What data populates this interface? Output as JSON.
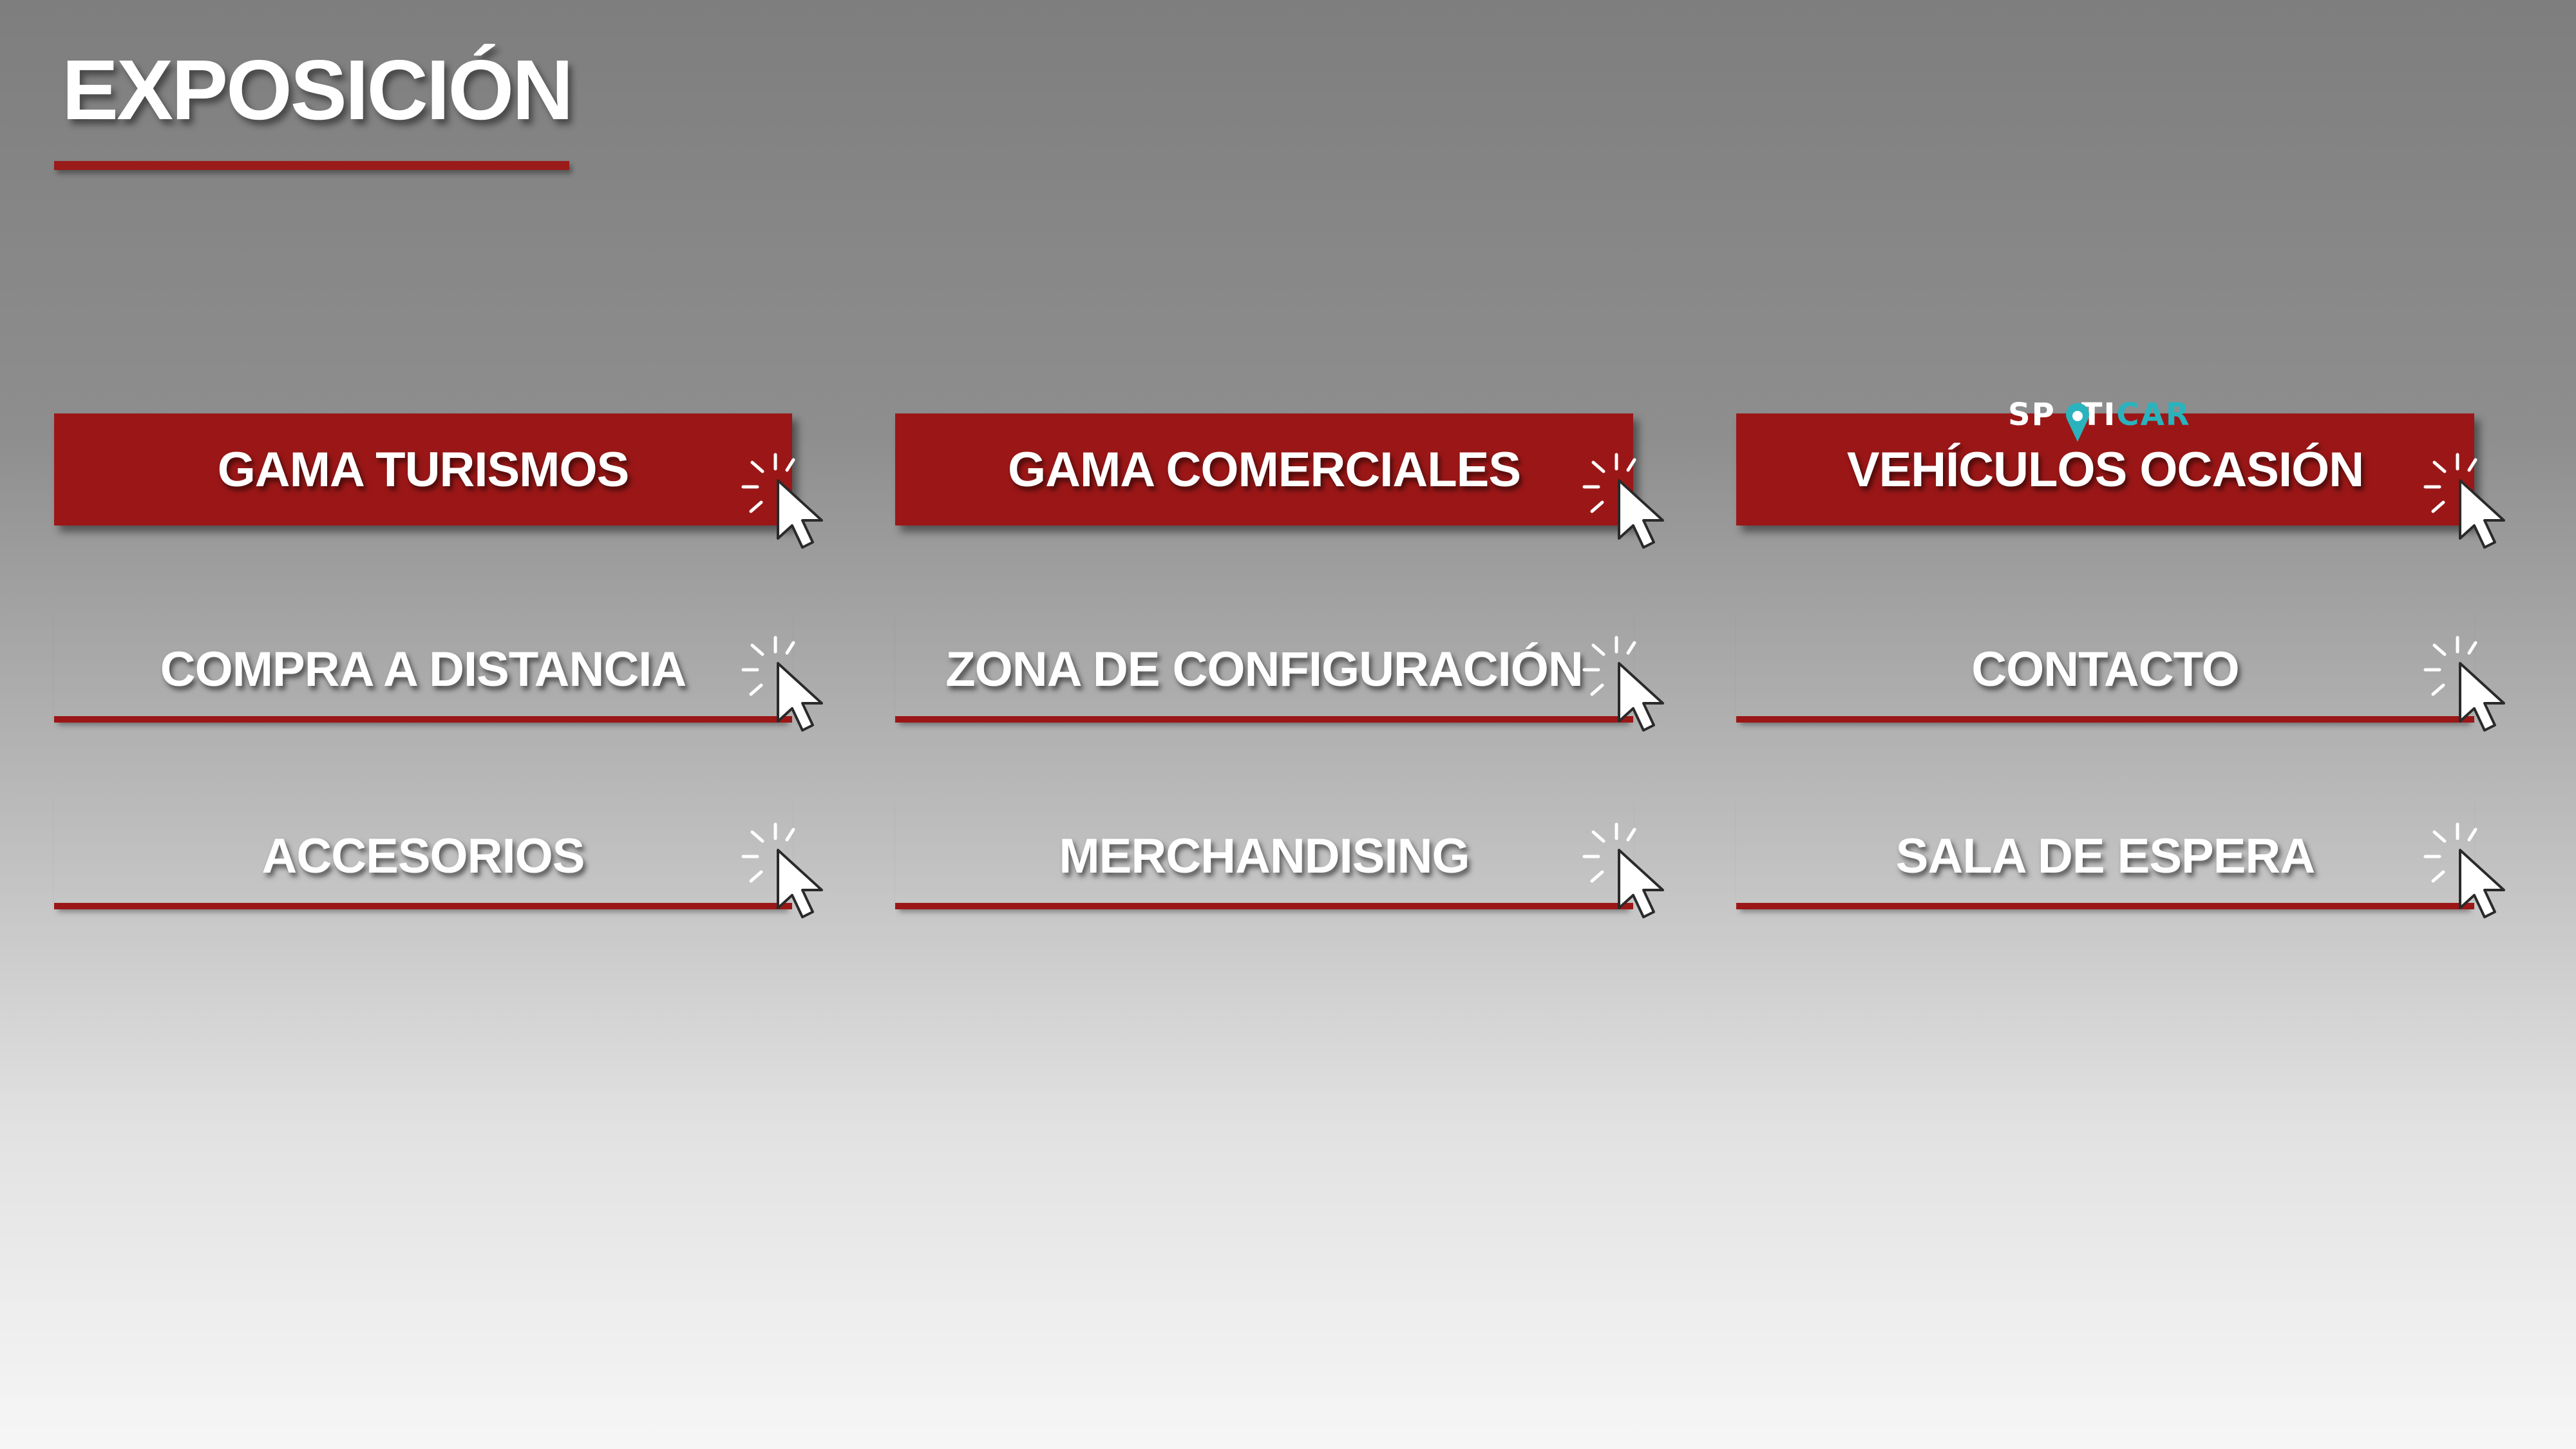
{
  "header": {
    "title": "EXPOSICIÓN"
  },
  "menu": {
    "row1": [
      {
        "label": "GAMA TURISMOS"
      },
      {
        "label": "GAMA COMERCIALES"
      },
      {
        "label": "VEHÍCULOS OCASIÓN"
      }
    ],
    "row2": [
      {
        "label": "COMPRA A DISTANCIA"
      },
      {
        "label": "ZONA DE CONFIGURACIÓN"
      },
      {
        "label": "CONTACTO"
      }
    ],
    "row3": [
      {
        "label": "ACCESORIOS"
      },
      {
        "label": "MERCHANDISING"
      },
      {
        "label": "SALA DE ESPERA"
      }
    ]
  },
  "logo": {
    "brand_light": "SP",
    "brand_mid": "TI",
    "brand_accent": "CAR"
  },
  "icons": {
    "menu_cursor": "click-cursor-icon",
    "logo_pin": "location-pin-icon"
  },
  "colors": {
    "accent_red": "#9b1717",
    "text_white": "#ffffff",
    "spoticar_teal": "#2ab3bd",
    "background_top": "#7e7e7e",
    "background_bottom": "#f6f6f6"
  }
}
